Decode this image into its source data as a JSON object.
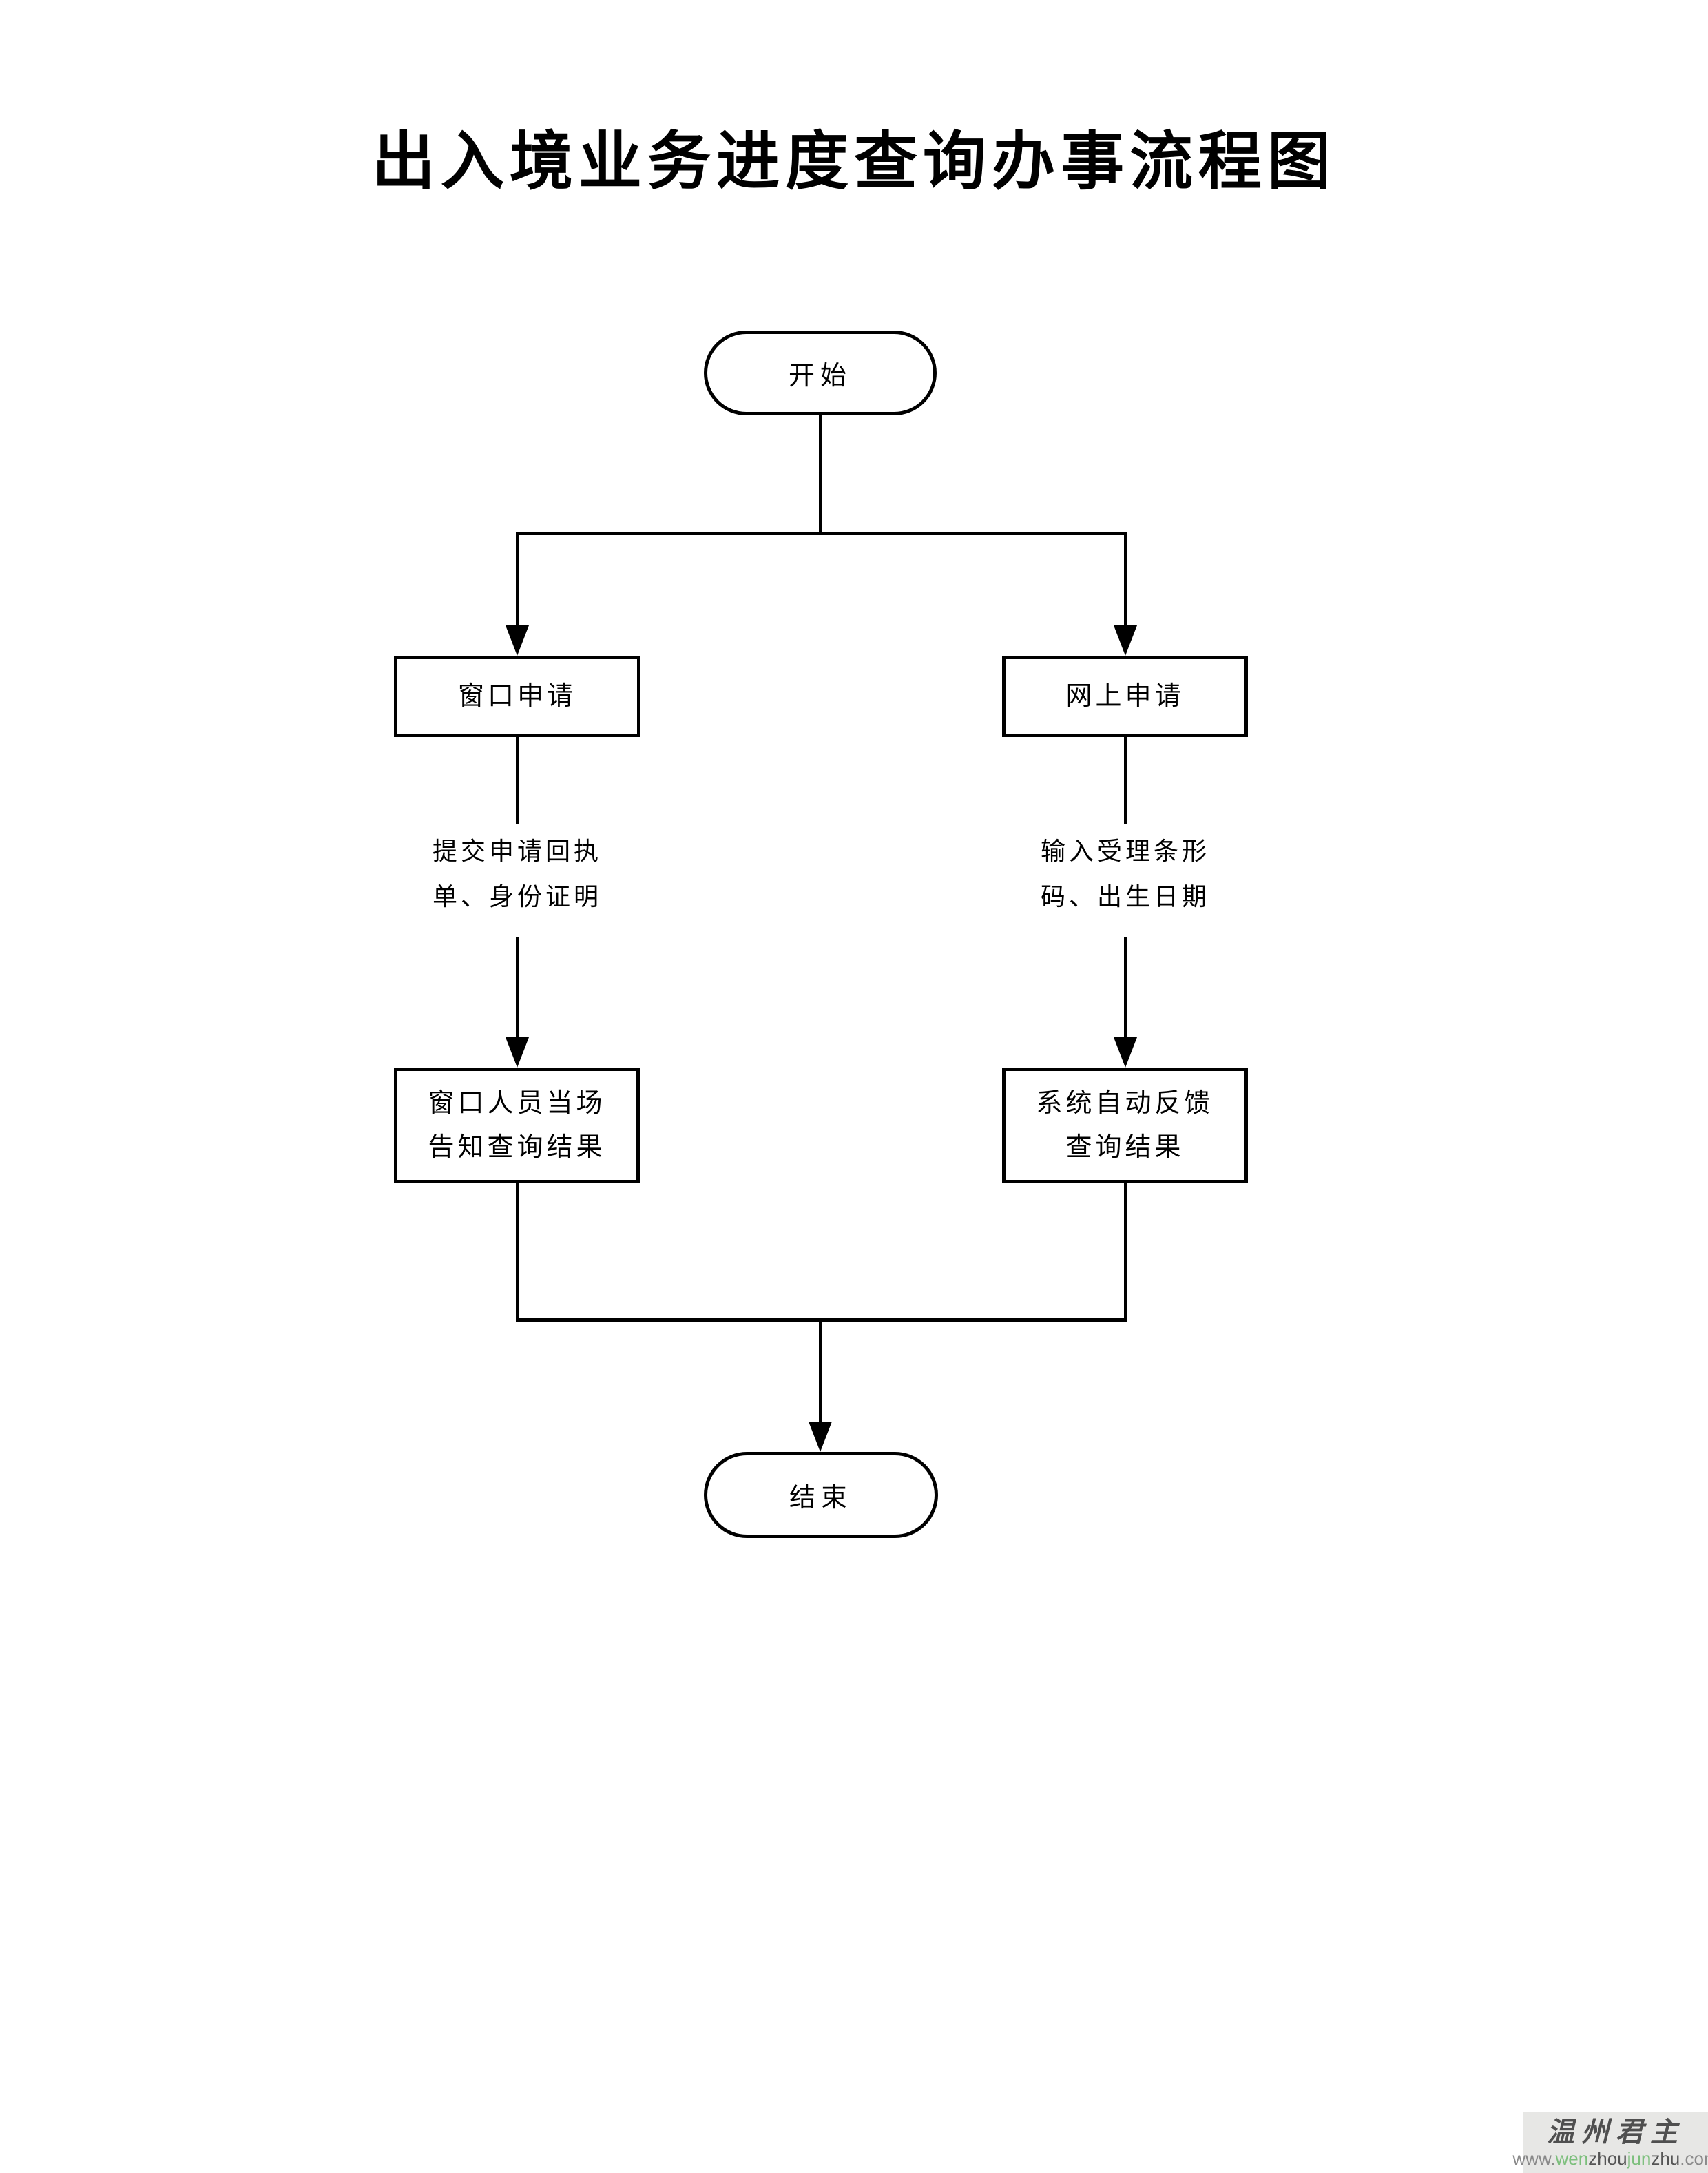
{
  "title": "出入境业务进度查询办事流程图",
  "diagram": {
    "background": "#ffffff",
    "stroke_color": "#000000",
    "nodes": {
      "start": {
        "shape": "terminator",
        "label": "开始"
      },
      "window_apply": {
        "shape": "process",
        "label": "窗口申请"
      },
      "online_apply": {
        "shape": "process",
        "label": "网上申请"
      },
      "window_result": {
        "shape": "process",
        "label_line1": "窗口人员当场",
        "label_line2": "告知查询结果"
      },
      "online_result": {
        "shape": "process",
        "label_line1": "系统自动反馈",
        "label_line2": "查询结果"
      },
      "end": {
        "shape": "terminator",
        "label": "结束"
      }
    },
    "edges": {
      "window_edge": {
        "label_line1": "提交申请回执",
        "label_line2": "单、身份证明"
      },
      "online_edge": {
        "label_line1": "输入受理条形",
        "label_line2": "码、出生日期"
      }
    }
  },
  "watermark": {
    "brand": "温州君主",
    "brand_color": "#4f4f4f",
    "panel_bg": "#e7e7e5",
    "url_segments": [
      {
        "text": "www.",
        "color": "#8a8a8a"
      },
      {
        "text": "wen",
        "color": "#7cbf7c"
      },
      {
        "text": "zhou",
        "color": "#555555"
      },
      {
        "text": "jun",
        "color": "#7cbf7c"
      },
      {
        "text": "zhu",
        "color": "#555555"
      },
      {
        "text": ".com",
        "color": "#8a8a8a"
      }
    ]
  }
}
